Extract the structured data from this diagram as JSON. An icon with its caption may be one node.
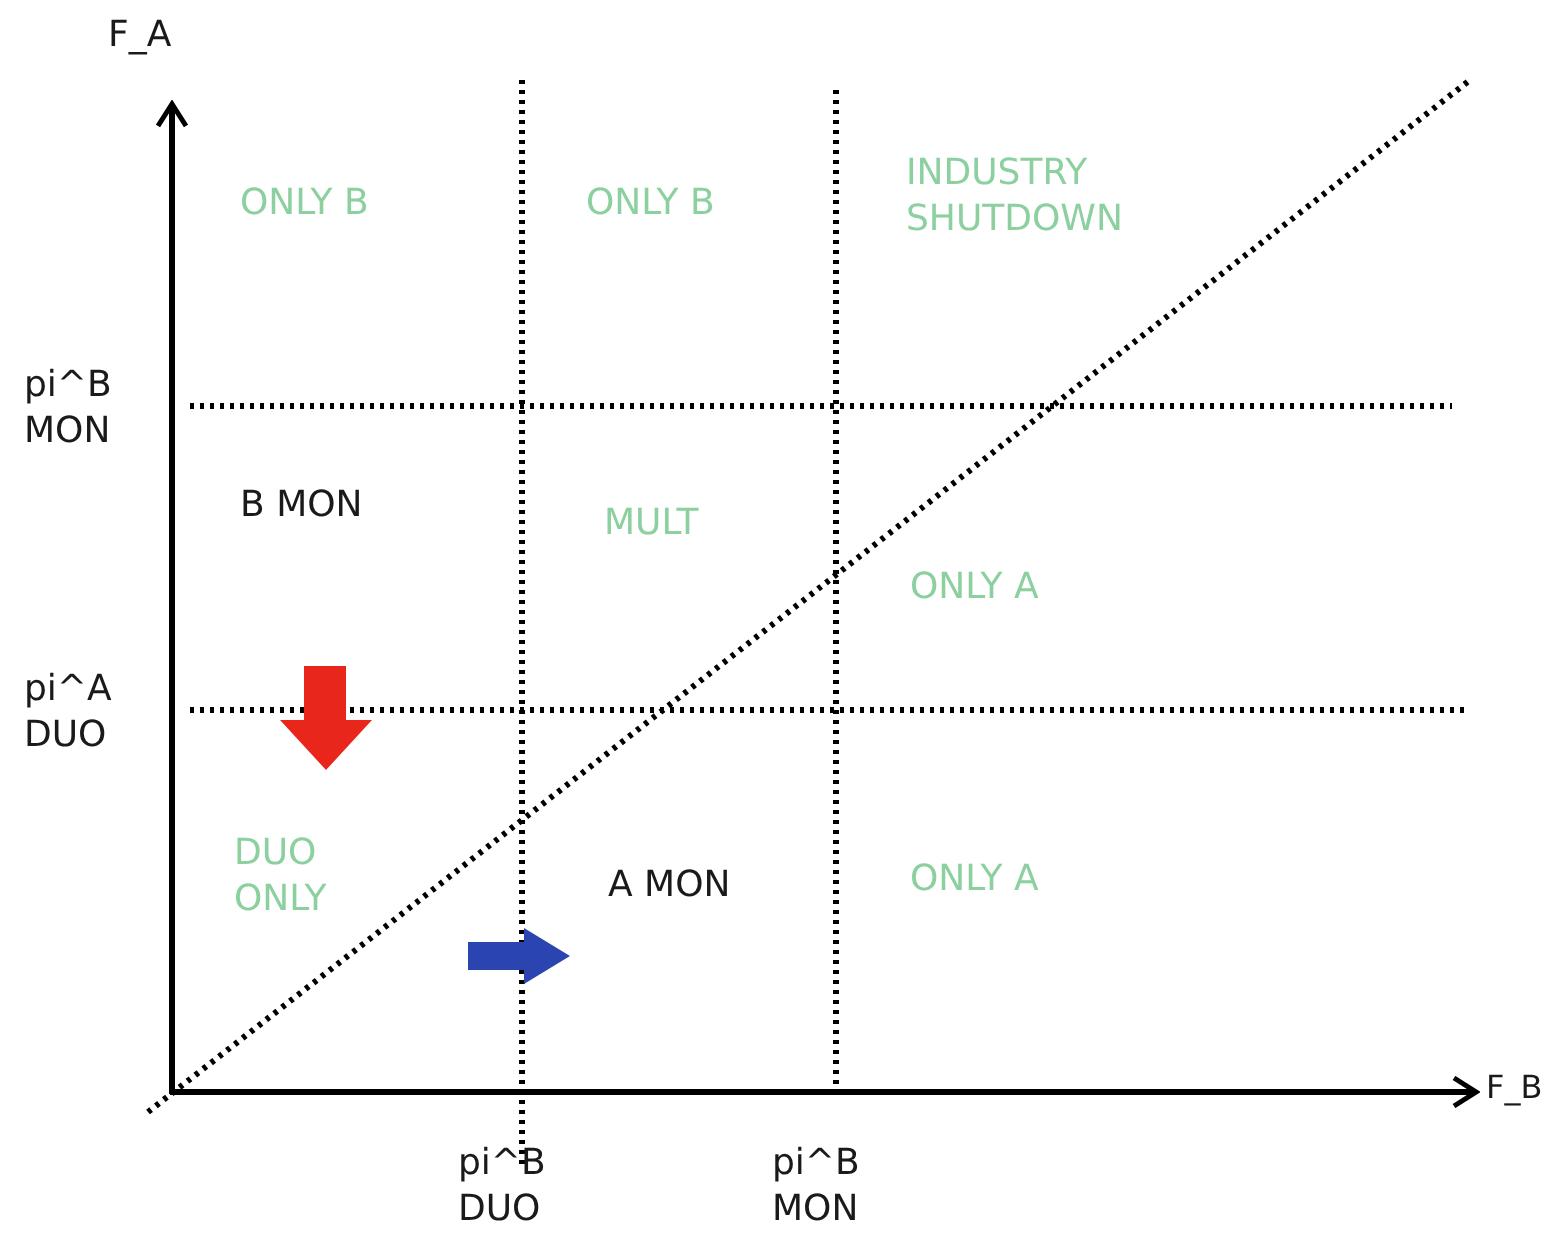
{
  "diagram": {
    "labels": [
      "F_A",
      "ONLY B",
      "ONLY B",
      "INDUSTRY SHUTDOWN",
      "pi^B MON",
      "B MON",
      "MULT",
      "ONLY A",
      "pi^A DUO",
      "DUO ONLY",
      "A MON",
      "ONLY A",
      "F_B",
      "pi^B DUO",
      "pi^B MON"
    ]
  }
}
